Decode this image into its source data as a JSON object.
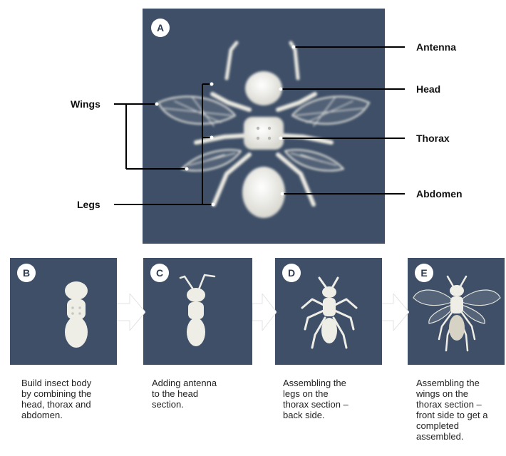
{
  "main_panel": {
    "badge": "A"
  },
  "labels": {
    "antenna": "Antenna",
    "head": "Head",
    "thorax": "Thorax",
    "abdomen": "Abdomen",
    "wings": "Wings",
    "legs": "Legs"
  },
  "steps": [
    {
      "badge": "B",
      "caption": [
        "Build insect body",
        "by combining the",
        "head, thorax and",
        "abdomen."
      ]
    },
    {
      "badge": "C",
      "caption": [
        "Adding antenna",
        "to the head",
        "section."
      ]
    },
    {
      "badge": "D",
      "caption": [
        "Assembling the",
        "legs on the",
        "thorax section –",
        "back side."
      ]
    },
    {
      "badge": "E",
      "caption": [
        "Assembling the",
        "wings on the",
        "thorax section –",
        "front side to get a",
        "completed",
        "assembled."
      ]
    }
  ],
  "colors": {
    "panel": "#3e4f67",
    "part": "#f2f1ea",
    "arrow": "#ffffff"
  }
}
